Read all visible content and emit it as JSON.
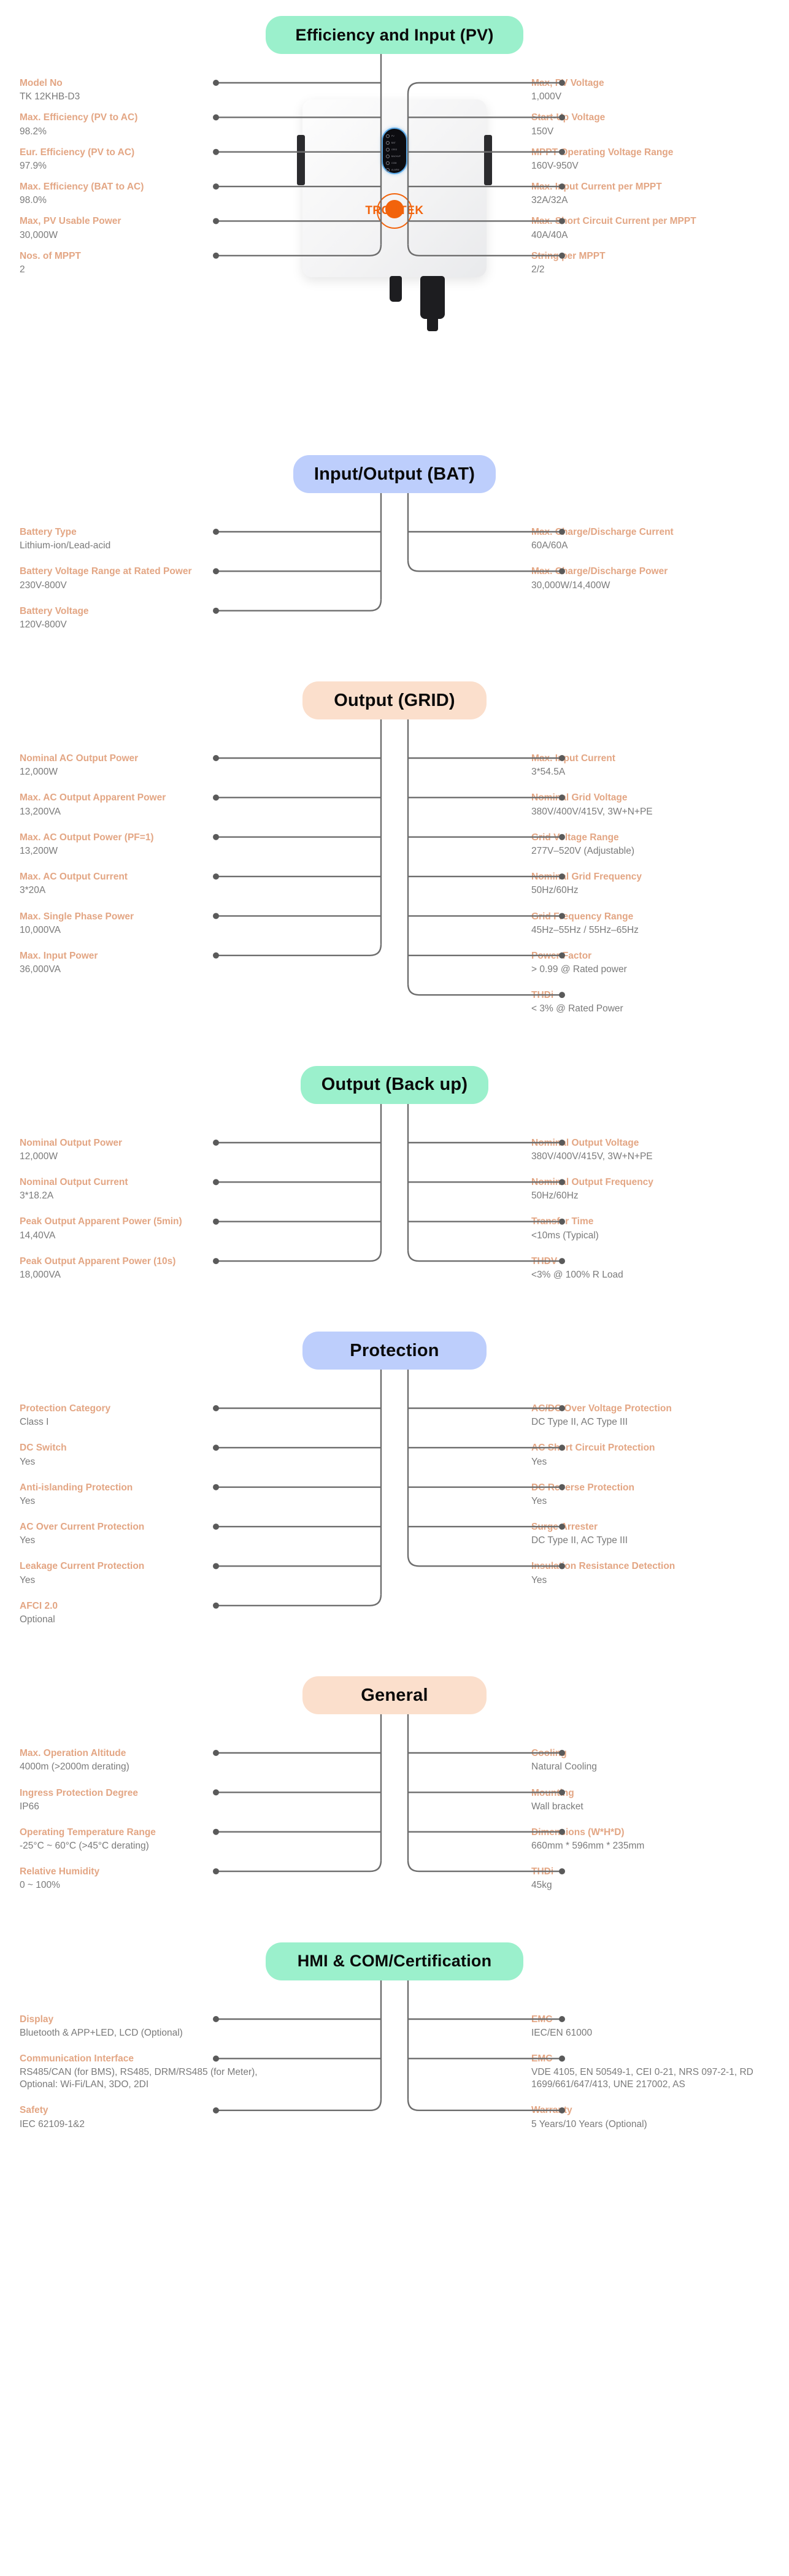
{
  "sections": [
    {
      "id": "efficiency-pv",
      "title": "Efficiency and Input (PV)",
      "color": "green",
      "left": [
        {
          "label": "Model No",
          "value": "TK 12KHB-D3"
        },
        {
          "label": "Max. Efficiency (PV to AC)",
          "value": "98.2%"
        },
        {
          "label": "Eur. Efficiency (PV to AC)",
          "value": "97.9%"
        },
        {
          "label": "Max. Efficiency (BAT to AC)",
          "value": "98.0%"
        },
        {
          "label": "Max, PV Usable Power",
          "value": "30,000W"
        },
        {
          "label": "Nos. of MPPT",
          "value": "2"
        }
      ],
      "right": [
        {
          "label": "Max, PV Voltage",
          "value": "1,000V"
        },
        {
          "label": "Start-Up Voltage",
          "value": "150V"
        },
        {
          "label": "MPPT Operating Voltage Range",
          "value": "160V-950V"
        },
        {
          "label": "Max. Input Current per MPPT",
          "value": "32A/32A"
        },
        {
          "label": "Max. Short Circuit Current per MPPT",
          "value": "40A/40A"
        },
        {
          "label": "String per MPPT",
          "value": "2/2"
        }
      ]
    },
    {
      "id": "input-output-bat",
      "title": "Input/Output (BAT)",
      "color": "blue",
      "left": [
        {
          "label": "Battery Type",
          "value": "Lithium-ion/Lead-acid"
        },
        {
          "label": "Battery Voltage Range at Rated Power",
          "value": "230V-800V"
        },
        {
          "label": "Battery Voltage",
          "value": "120V-800V"
        }
      ],
      "right": [
        {
          "label": "Max. Charge/Discharge Current",
          "value": "60A/60A"
        },
        {
          "label": "Max. Charge/Discharge Power",
          "value": "30,000W/14,400W"
        }
      ]
    },
    {
      "id": "output-grid",
      "title": "Output (GRID)",
      "color": "peach",
      "left": [
        {
          "label": "Nominal AC Output Power",
          "value": "12,000W"
        },
        {
          "label": "Max. AC Output Apparent Power",
          "value": "13,200VA"
        },
        {
          "label": "Max. AC Output Power (PF=1)",
          "value": "13,200W"
        },
        {
          "label": "Max. AC Output Current",
          "value": "3*20A"
        },
        {
          "label": "Max. Single Phase Power",
          "value": "10,000VA"
        },
        {
          "label": "Max. Input Power",
          "value": "36,000VA"
        }
      ],
      "right": [
        {
          "label": "Max. Input Current",
          "value": "3*54.5A"
        },
        {
          "label": "Nominal Grid Voltage",
          "value": "380V/400V/415V, 3W+N+PE"
        },
        {
          "label": "Grid Voltage Range",
          "value": "277V–520V (Adjustable)"
        },
        {
          "label": "Nominal Grid Frequency",
          "value": "50Hz/60Hz"
        },
        {
          "label": "Grid Frequency Range",
          "value": "45Hz–55Hz / 55Hz–65Hz"
        },
        {
          "label": "Power Factor",
          "value": ">  0.99 @ Rated power"
        },
        {
          "label": "THDi",
          "value": "< 3% @ Rated Power"
        }
      ]
    },
    {
      "id": "output-backup",
      "title": "Output (Back up)",
      "color": "green",
      "left": [
        {
          "label": "Nominal Output Power",
          "value": "12,000W"
        },
        {
          "label": "Nominal Output Current",
          "value": "3*18.2A"
        },
        {
          "label": "Peak Output Apparent Power (5min)",
          "value": "14,40VA"
        },
        {
          "label": "Peak Output Apparent Power (10s)",
          "value": "18,000VA"
        }
      ],
      "right": [
        {
          "label": "Nominal Output Voltage",
          "value": "380V/400V/415V, 3W+N+PE"
        },
        {
          "label": "Nominal Output Frequency",
          "value": "50Hz/60Hz"
        },
        {
          "label": "Transfer Time",
          "value": "<10ms (Typical)"
        },
        {
          "label": "THDV",
          "value": "<3% @ 100% R Load"
        }
      ]
    },
    {
      "id": "protection",
      "title": "Protection",
      "color": "blue",
      "left": [
        {
          "label": "Protection Category",
          "value": "Class I"
        },
        {
          "label": "DC Switch",
          "value": "Yes"
        },
        {
          "label": "Anti-islanding Protection",
          "value": "Yes"
        },
        {
          "label": "AC Over Current Protection",
          "value": "Yes"
        },
        {
          "label": "Leakage Current Protection",
          "value": "Yes"
        },
        {
          "label": "AFCI 2.0",
          "value": "Optional"
        }
      ],
      "right": [
        {
          "label": "AC/DC Over Voltage Protection",
          "value": "DC Type II, AC Type III"
        },
        {
          "label": "AC Short Circuit Protection",
          "value": "Yes"
        },
        {
          "label": "DC Reverse Protection",
          "value": "Yes"
        },
        {
          "label": "Surge Arrester",
          "value": "DC Type II, AC Type III"
        },
        {
          "label": "Insulation Resistance Detection",
          "value": "Yes"
        }
      ]
    },
    {
      "id": "general",
      "title": "General",
      "color": "peach",
      "left": [
        {
          "label": "Max. Operation Altitude",
          "value": "4000m (>2000m derating)"
        },
        {
          "label": "Ingress Protection Degree",
          "value": "IP66"
        },
        {
          "label": "Operating Temperature Range",
          "value": "-25°C ~ 60°C (>45°C derating)"
        },
        {
          "label": "Relative Humidity",
          "value": "0 ~ 100%"
        }
      ],
      "right": [
        {
          "label": "Cooling",
          "value": "Natural Cooling"
        },
        {
          "label": "Mounting",
          "value": "Wall bracket"
        },
        {
          "label": "Dimensions (W*H*D)",
          "value": "660mm * 596mm * 235mm"
        },
        {
          "label": "THDi",
          "value": "45kg"
        }
      ]
    },
    {
      "id": "hmi-com-certification",
      "title": "HMI & COM/Certification",
      "color": "green",
      "left": [
        {
          "label": "Display",
          "value": "Bluetooth & APP+LED, LCD (Optional)"
        },
        {
          "label": "Communication Interface",
          "value": "RS485/CAN (for BMS), RS485, DRM/RS485 (for Meter), Optional: Wi-Fi/LAN, 3DO, 2DI"
        },
        {
          "label": "Safety",
          "value": "IEC 62109-1&2"
        }
      ],
      "right": [
        {
          "label": "EMC",
          "value": "IEC/EN 61000"
        },
        {
          "label": "EMC",
          "value": "VDE 4105, EN 50549-1, CEI 0-21, NRS 097-2-1, RD 1699/661/647/413, UNE 217002, AS"
        },
        {
          "label": "Warranty",
          "value": "5 Years/10 Years (Optional)"
        }
      ]
    }
  ],
  "device": {
    "brand": "TRONTEK",
    "led_labels": [
      "PV",
      "BAT",
      "GRID",
      "BACKUP",
      "COM",
      "ALARM"
    ]
  },
  "colors": {
    "green": "#9BF0CC",
    "blue": "#BDCEFC",
    "peach": "#FBDFCC",
    "label": "#E3A684",
    "value": "#7A7A7A",
    "connector": "#6D6D6D",
    "brand": "#F2630B"
  }
}
